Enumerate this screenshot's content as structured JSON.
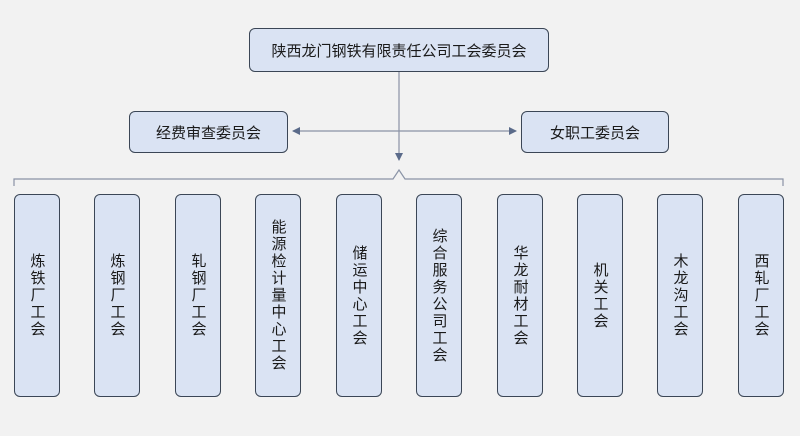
{
  "root": {
    "label": "陕西龙门钢铁有限责任公司工会委员会"
  },
  "committees": [
    {
      "label": "经费审查委员会"
    },
    {
      "label": "女职工委员会"
    }
  ],
  "unions": [
    {
      "label": "炼铁厂工会"
    },
    {
      "label": "炼钢厂工会"
    },
    {
      "label": "轧钢厂工会"
    },
    {
      "label": "能源检计量中心工会"
    },
    {
      "label": "储运中心工会"
    },
    {
      "label": "综合服务公司工会"
    },
    {
      "label": "华龙耐材工会"
    },
    {
      "label": "机关工会"
    },
    {
      "label": "木龙沟工会"
    },
    {
      "label": "西轧厂工会"
    }
  ],
  "colors": {
    "box_fill": "#dae3f3",
    "box_border": "#3b4656",
    "line": "#8a93a6",
    "background": "#f2f2f2"
  }
}
